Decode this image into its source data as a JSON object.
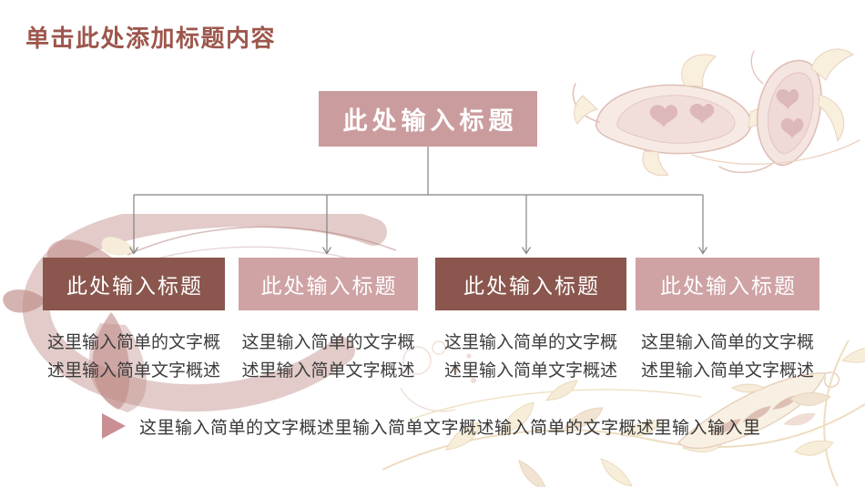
{
  "slide_title": "单击此处添加标题内容",
  "diagram": {
    "root": {
      "label": "此处输入标题"
    },
    "branches": [
      {
        "label": "此处输入标题",
        "variant": "dark",
        "desc": [
          "这里输入简单的文字概",
          "述里输入简单文字概述"
        ]
      },
      {
        "label": "此处输入标题",
        "variant": "light",
        "desc": [
          "这里输入简单的文字概",
          "述里输入简单文字概述"
        ]
      },
      {
        "label": "此处输入标题",
        "variant": "dark",
        "desc": [
          "这里输入简单的文字概",
          "述里输入简单文字概述"
        ]
      },
      {
        "label": "此处输入标题",
        "variant": "light",
        "desc": [
          "这里输入简单的文字概",
          "述里输入简单文字概述"
        ]
      }
    ]
  },
  "footer": {
    "bullet_icon": "triangle-right-icon",
    "text": "这里输入简单的文字概述里输入简单文字概述输入简单的文字概述里输入输入里"
  },
  "colors": {
    "title_text": "#9d564c",
    "root_box_bg": "#cb9c9e",
    "branch_dark_bg": "#8a564d",
    "branch_light_bg": "#cfa2a4",
    "box_text": "#ffffff",
    "body_text": "#3d3d3d",
    "connector_line": "#838383",
    "bullet_triangle": "#c98f93",
    "ornament_cream": "#f7eeda",
    "ornament_pink": "#dcb8b9"
  },
  "ornaments": {
    "top_right": "paisley-ornament",
    "left": "swirl-flower-ornament",
    "bottom_right": "floral-vine-ornament"
  }
}
